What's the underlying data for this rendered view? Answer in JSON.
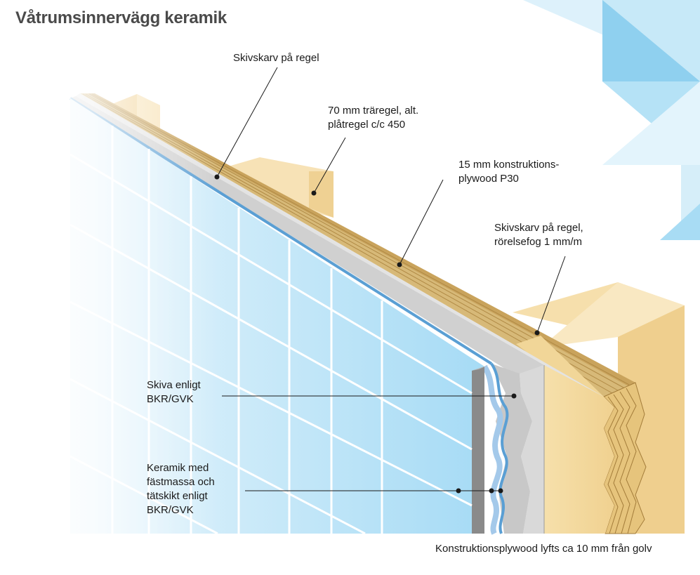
{
  "title": "Våtrumsinnervägg keramik",
  "labels": {
    "skivskarv_top": [
      "Skivskarv på regel"
    ],
    "regel": [
      "70 mm träregel, alt.",
      "plåtregel c/c 450"
    ],
    "plywood": [
      "15 mm konstruktions-",
      "plywood P30"
    ],
    "skivskarv_right": [
      "Skivskarv på regel,",
      "rörelsefog 1 mm/m"
    ],
    "skiva": [
      "Skiva enligt",
      "BKR/GVK"
    ],
    "keramik": [
      "Keramik med",
      "fästmassa och",
      "tätskikt enligt",
      "BKR/GVK"
    ]
  },
  "footnote": "Konstruktionsplywood lyfts ca 10 mm från golv",
  "colors": {
    "tile": "#a9dcf5",
    "grout": "#ffffff",
    "membrane": "#5a9fd4",
    "board": "#dcdcdc",
    "wood": "#f3d9a0",
    "plywood_edge": "#c9a35c",
    "accent_triangles": "#8fd0ef"
  }
}
